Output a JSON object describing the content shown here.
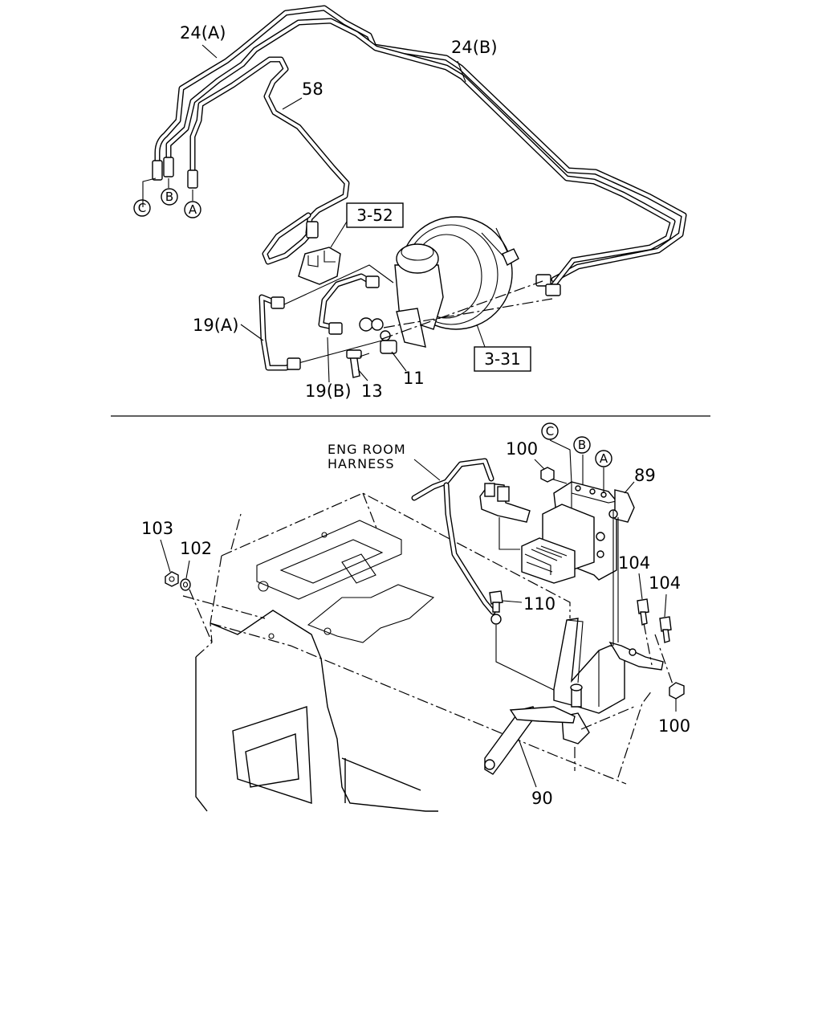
{
  "labels": {
    "pipe_24a": "24(A)",
    "pipe_24b": "24(B)",
    "pipe_58": "58",
    "pipe_19a": "19(A)",
    "pipe_19b": "19(B)",
    "part_13": "13",
    "part_11": "11",
    "part_100_top": "100",
    "part_89": "89",
    "part_103": "103",
    "part_102": "102",
    "part_104_left": "104",
    "part_104_right": "104",
    "part_110": "110",
    "part_100_bottom": "100",
    "part_90": "90"
  },
  "refs": {
    "ref_3_52": "3-52",
    "ref_3_31": "3-31"
  },
  "circles": {
    "top_c": "C",
    "top_b": "B",
    "top_a": "A",
    "mid_c": "C",
    "mid_b": "B",
    "mid_a": "A"
  },
  "notes": {
    "harness_line1": "ENG ROOM",
    "harness_line2": "HARNESS"
  }
}
